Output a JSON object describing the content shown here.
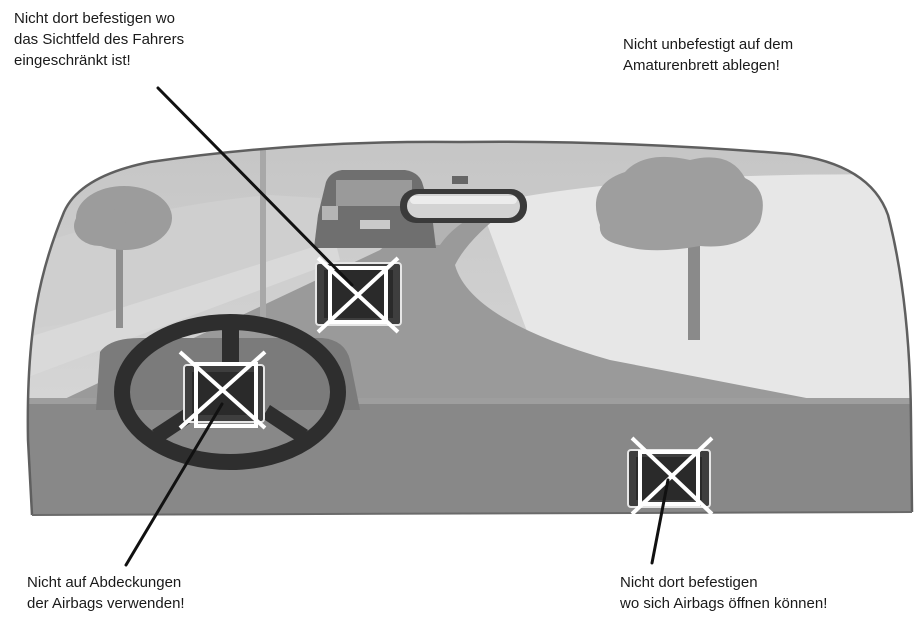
{
  "captions": {
    "driver_vision": {
      "line1": "Nicht dort befestigen wo",
      "line2": "das Sichtfeld des Fahrers",
      "line3": "eingeschränkt ist!"
    },
    "dashboard": {
      "line1": "Nicht unbefestigt auf dem",
      "line2": "Amaturenbrett ablegen!"
    },
    "airbag_covers": {
      "line1": "Nicht auf Abdeckungen",
      "line2": "der Airbags verwenden!"
    },
    "airbag_deploy": {
      "line1": "Nicht dort befestigen",
      "line2": "wo sich Airbags öffnen können!"
    }
  },
  "colors": {
    "frame_outline": "#5f5f5f",
    "road": "#9a9a9a",
    "road_far": "#b5b5b5",
    "verge": "#e0e0e0",
    "dashboard": "#888888",
    "tree": "#8a8a8a",
    "steering_wheel": "#2e2e2e",
    "device_body": "#3e3e3e",
    "cross": "#ffffff",
    "leader_line": "#111111"
  },
  "icons": {
    "prohibited_mount": "crossed-box-icon",
    "navigation_device": "gps-device-icon",
    "steering_wheel": "steering-wheel-icon",
    "rearview_mirror": "rearview-mirror-icon",
    "vehicle_ahead": "car-icon"
  }
}
